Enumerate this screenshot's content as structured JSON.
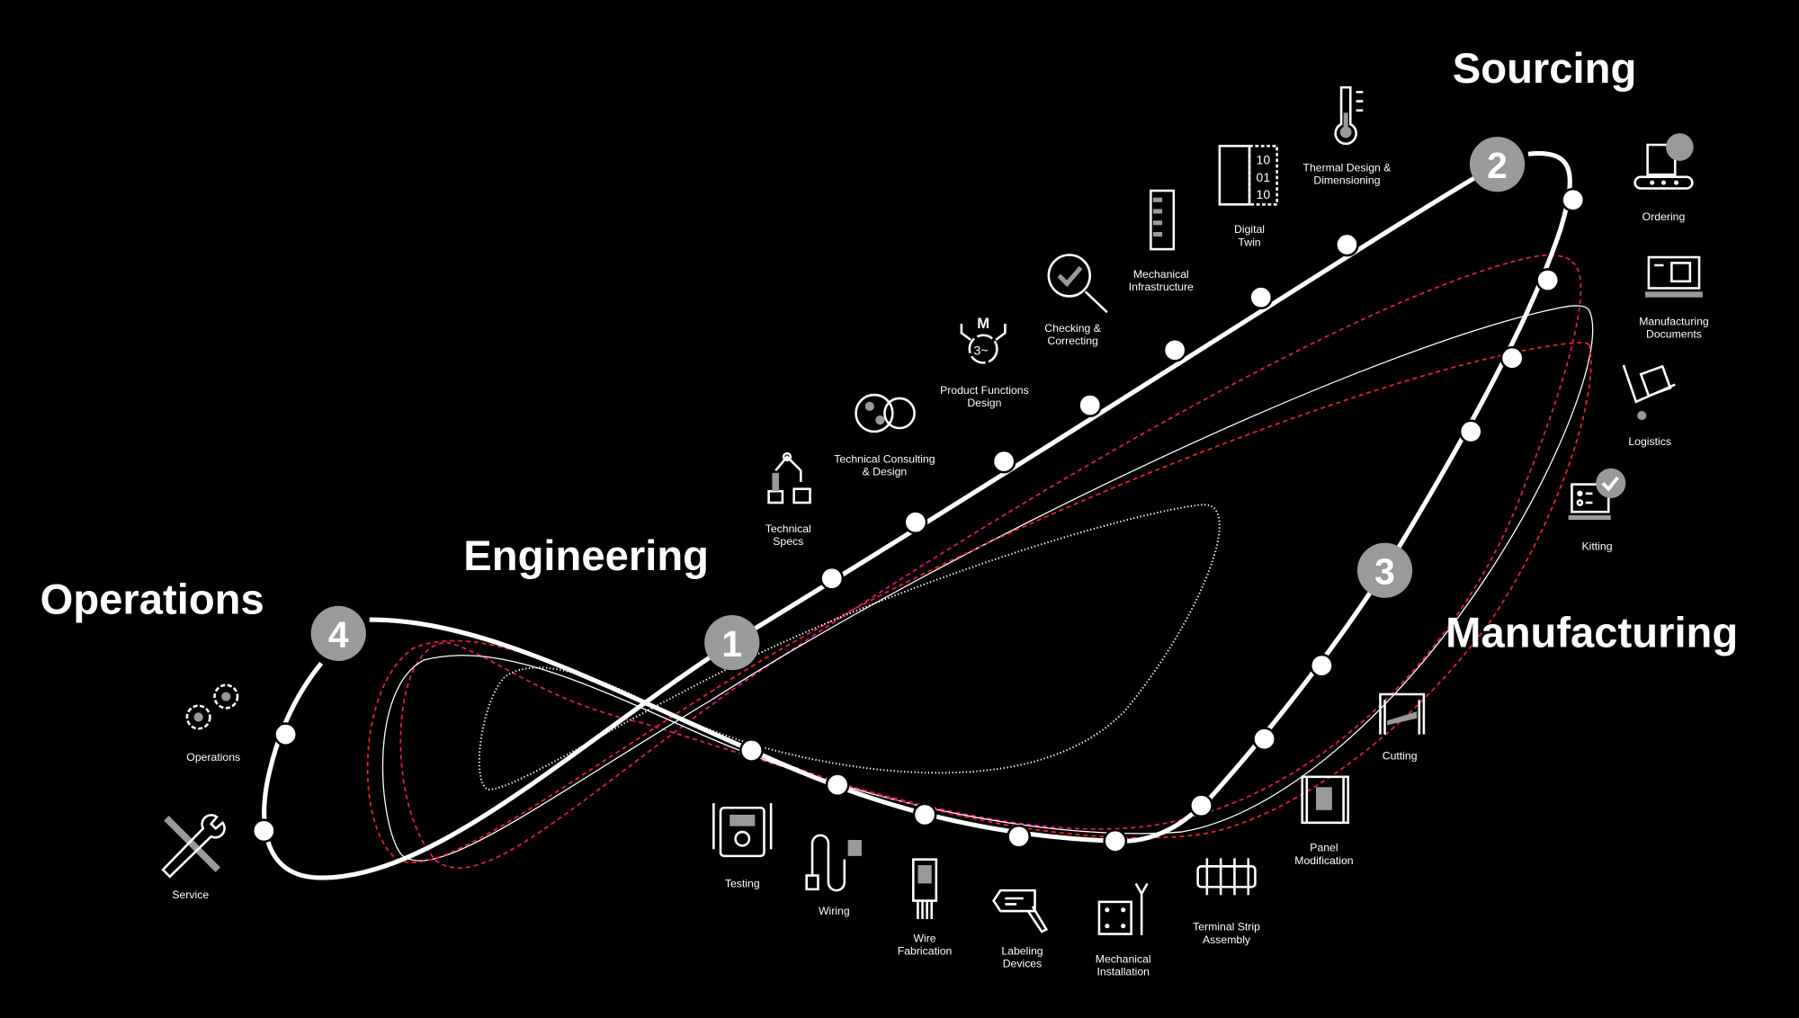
{
  "phases": {
    "sourcing": "Sourcing",
    "engineering": "Engineering",
    "operations": "Operations",
    "manufacturing": "Manufacturing"
  },
  "steps": {
    "one": "1",
    "two": "2",
    "three": "3",
    "four": "4"
  },
  "colors": {
    "background": "#000000",
    "path": "#ffffff",
    "badge": "#9a9a9a",
    "pink": "#e0137a",
    "red": "#e8202a"
  },
  "engineering_items": [
    {
      "l1": "Technical",
      "l2": "Specs",
      "icon": "robot-arm-icon"
    },
    {
      "l1": "Technical Consulting",
      "l2": "& Design",
      "icon": "chat-gears-icon"
    },
    {
      "l1": "Product Functions",
      "l2": "Design",
      "icon": "motor-icon"
    },
    {
      "l1": "Checking &",
      "l2": "Correcting",
      "icon": "magnifier-check-icon"
    },
    {
      "l1": "Mechanical",
      "l2": "Infrastructure",
      "icon": "rail-icon"
    },
    {
      "l1": "Digital",
      "l2": "Twin",
      "icon": "binary-cabinet-icon"
    },
    {
      "l1": "Thermal Design &",
      "l2": "Dimensioning",
      "icon": "thermometer-icon"
    }
  ],
  "sourcing_items": [
    {
      "l1": "Ordering",
      "icon": "conveyor-cart-icon"
    },
    {
      "l1": "Manufacturing",
      "l2": "Documents",
      "icon": "laptop-icon"
    },
    {
      "l1": "Logistics",
      "icon": "hand-truck-icon"
    },
    {
      "l1": "Kitting",
      "icon": "checklist-icon"
    }
  ],
  "manufacturing_items": [
    {
      "l1": "Cutting",
      "icon": "cutting-icon"
    },
    {
      "l1": "Panel",
      "l2": "Modification",
      "icon": "panel-icon"
    },
    {
      "l1": "Terminal Strip",
      "l2": "Assembly",
      "icon": "terminal-strip-icon"
    },
    {
      "l1": "Mechanical",
      "l2": "Installation",
      "icon": "plate-wrench-icon"
    },
    {
      "l1": "Labeling",
      "l2": "Devices",
      "icon": "label-tag-icon"
    },
    {
      "l1": "Wire",
      "l2": "Fabrication",
      "icon": "wire-connector-icon"
    },
    {
      "l1": "Wiring",
      "icon": "cable-icon"
    },
    {
      "l1": "Testing",
      "icon": "multimeter-icon"
    }
  ],
  "operations_items": [
    {
      "l1": "Operations",
      "icon": "gears-icon"
    },
    {
      "l1": "Service",
      "icon": "wrench-screwdriver-icon"
    }
  ]
}
